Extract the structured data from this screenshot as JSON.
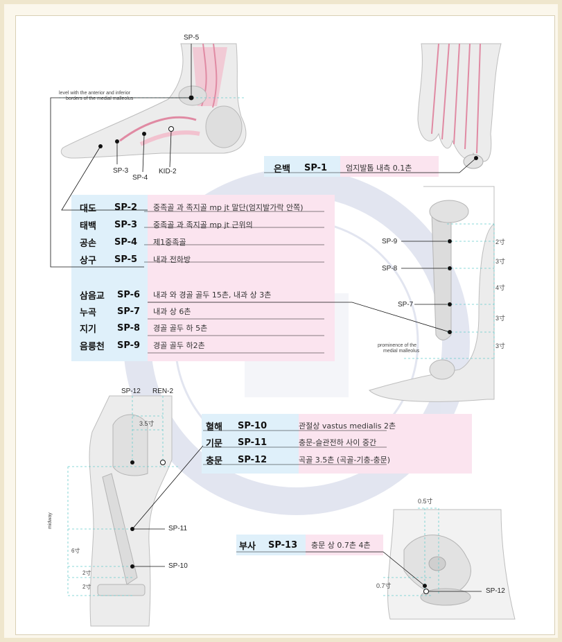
{
  "colors": {
    "blue_band": "#dff0fa",
    "pink_band": "#fbe4ef",
    "bone": "#e6e6e6",
    "muscle": "#f2c2cf",
    "dot": "#111111"
  },
  "labels": {
    "sp5_top": "SP-5",
    "sp3": "SP-3",
    "sp4": "SP-4",
    "kid2": "KID-2",
    "malleolus_note_l1": "level with the anterior and inferior",
    "malleolus_note_l2": "borders of the medial malleolus",
    "leg_sp9": "SP-9",
    "leg_sp8": "SP-8",
    "leg_sp7": "SP-7",
    "prominence_l1": "prominence of the",
    "prominence_l2": "medial malleolus",
    "m_2": "2寸",
    "m_3a": "3寸",
    "m_4": "4寸",
    "m_3b": "3寸",
    "m_3c": "3寸",
    "thigh_sp12": "SP-12",
    "thigh_ren2": "REN-2",
    "thigh_35": "3.5寸",
    "thigh_sp11": "SP-11",
    "thigh_sp10": "SP-10",
    "midway": "midway",
    "t6": "6寸",
    "t2a": "2寸",
    "t2b": "2寸",
    "pelvis_05": "0.5寸",
    "pelvis_07": "0.7寸",
    "pelvis_sp12": "SP-12"
  },
  "points": {
    "sp1": {
      "name": "은백",
      "code": "SP-1",
      "desc": "엄지발톱 내측 0.1촌"
    },
    "sp2": {
      "name": "대도",
      "code": "SP-2",
      "desc": "중족골 과 족지골 mp jt  말단(엄지발가락 안쪽)"
    },
    "sp3": {
      "name": "태백",
      "code": "SP-3",
      "desc": "중족골 과 족지골 mp jt  근위의"
    },
    "sp4": {
      "name": "공손",
      "code": "SP-4",
      "desc": "제1중족골"
    },
    "sp5": {
      "name": "상구",
      "code": "SP-5",
      "desc": "내과 전하방"
    },
    "sp6": {
      "name": "삼음교",
      "code": "SP-6",
      "desc": "내과 와 경골 골두 15촌, 내과 상 3촌"
    },
    "sp7": {
      "name": "누곡",
      "code": "SP-7",
      "desc": "내과 상 6촌"
    },
    "sp8": {
      "name": "지기",
      "code": "SP-8",
      "desc": "경골 골두 하 5촌"
    },
    "sp9": {
      "name": "음릉천",
      "code": "SP-9",
      "desc": "경골 골두 하2촌"
    },
    "sp10": {
      "name": "혈해",
      "code": "SP-10",
      "desc": "관절상  vastus medialis 2촌"
    },
    "sp11": {
      "name": "기문",
      "code": "SP-11",
      "desc": "충문-슬관전하 사이 중간"
    },
    "sp12": {
      "name": "충문",
      "code": "SP-12",
      "desc": "곡골 3.5촌   (곡골-기충-충문)"
    },
    "sp13": {
      "name": "부사",
      "code": "SP-13",
      "desc": "충문 상 0.7촌 4촌"
    }
  }
}
